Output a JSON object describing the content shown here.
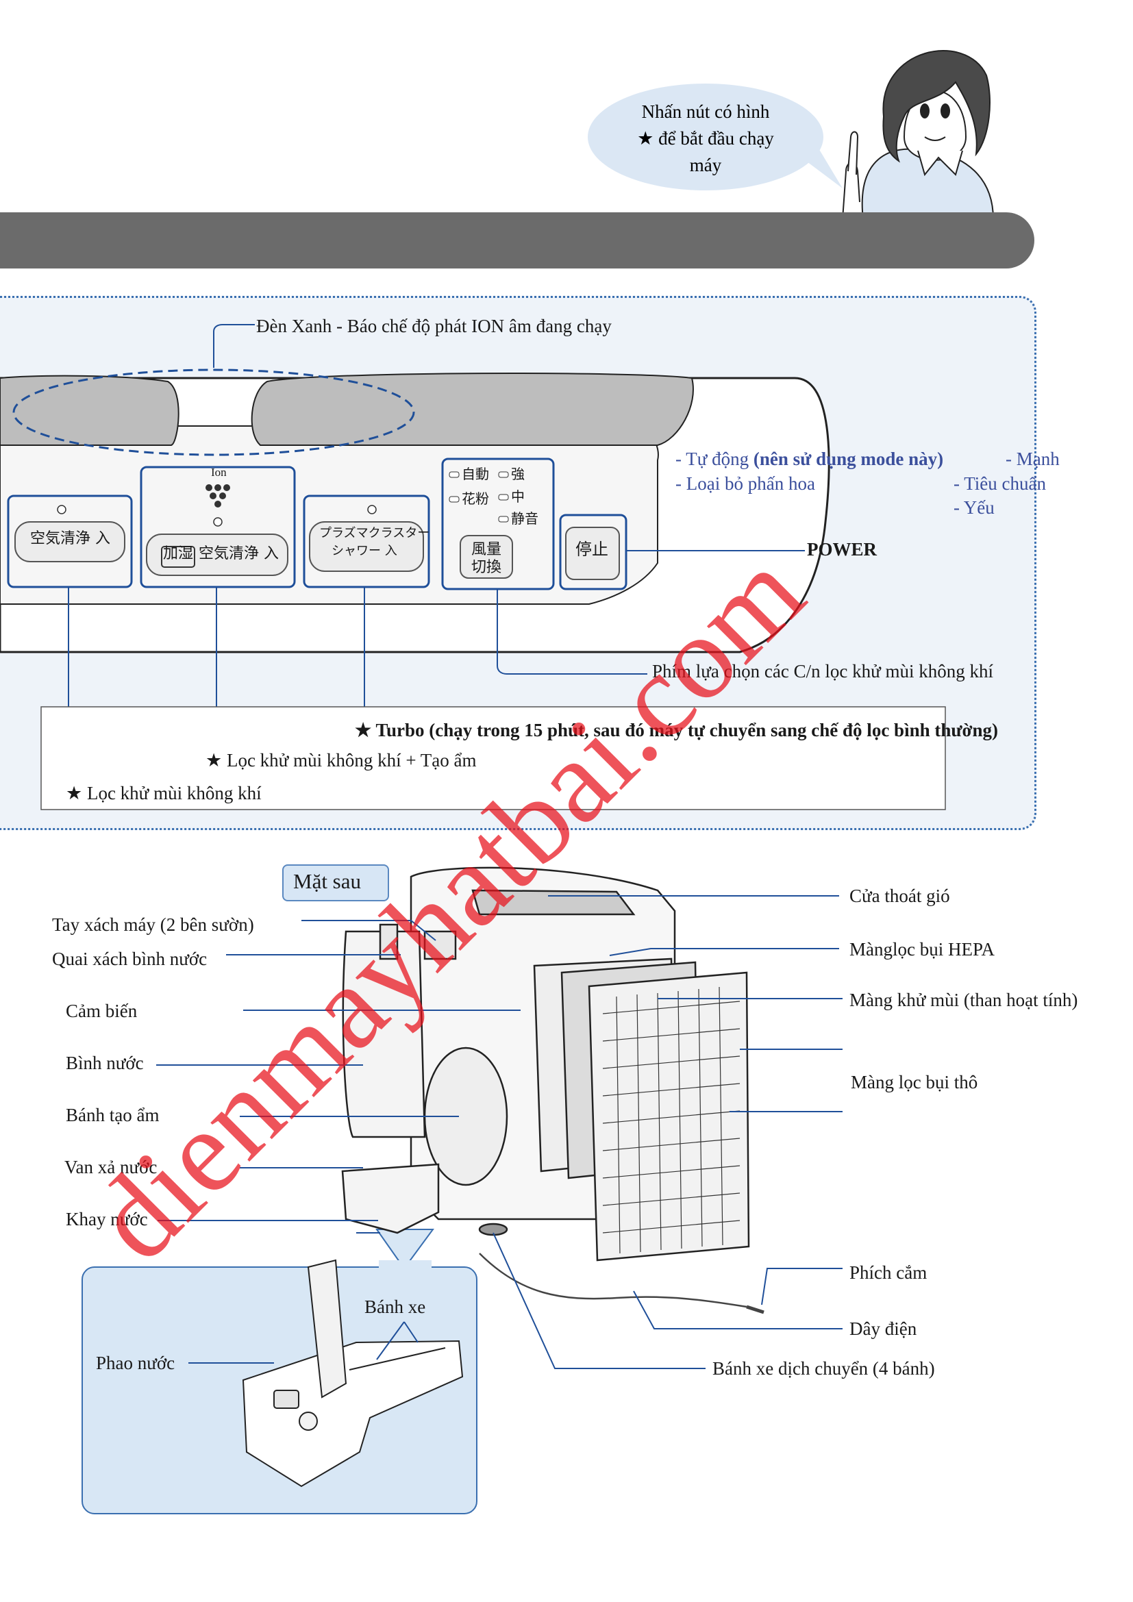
{
  "speech_bubble": {
    "line1": "Nhấn nút có hình",
    "line2": "★ để bắt đầu chạy",
    "line3": "máy"
  },
  "panel": {
    "ion_light_label": "Đèn Xanh - Báo chế độ phát ION âm đang chạy",
    "ion_symbol_text": "Ion",
    "button_air_clean": "空気清浄 入",
    "button_humid_prefix": "加湿",
    "button_humid_rest": "空気清浄 入",
    "button_plasma_line1": "プラズマクラスター",
    "button_plasma_line2": "シャワー 入",
    "mode_auto": "自動",
    "mode_pollen": "花粉",
    "fan_strong": "強",
    "fan_medium": "中",
    "fan_quiet": "静音",
    "fan_switch_line1": "風量",
    "fan_switch_line2": "切換",
    "stop_button": "停止",
    "modes_left": {
      "auto_prefix": "- Tự động ",
      "auto_note": "(nên sử dụng mode này)",
      "pollen": "- Loại bỏ phấn hoa"
    },
    "modes_right": {
      "strong": "- Mạnh",
      "standard": "- Tiêu chuẩn",
      "weak": "- Yếu"
    },
    "power_label": "POWER",
    "filter_mode_key": "Phím lựa chọn các C/n lọc khử mùi không khí",
    "turbo_label": "★ Turbo (chạy trong 15 phút, sau đó máy tự chuyển sang chế độ lọc bình thường)",
    "humid_label": "★ Lọc khử mùi không khí + Tạo ẩm",
    "air_label": "★ Lọc khử mùi không khí"
  },
  "rear": {
    "title": "Mặt sau",
    "left_labels": {
      "handle": "Tay xách máy (2 bên sườn)",
      "tank_handle": "Quai xách bình nước",
      "sensor": "Cảm biến",
      "tank": "Bình nước",
      "humid_wheel": "Bánh tạo ẩm",
      "drain_valve": "Van xả nước",
      "tray": "Khay nước"
    },
    "right_labels": {
      "outlet": "Cửa thoát gió",
      "hepa": "Mànglọc bụi HEPA",
      "deodor": "Màng khử mùi (than hoạt tính)",
      "coarse": "Màng lọc bụi thô",
      "plug": "Phích cắm",
      "cord": "Dây điện",
      "casters": "Bánh xe dịch chuyển (4 bánh)"
    },
    "inset": {
      "float": "Phao nước",
      "wheel": "Bánh xe"
    }
  },
  "watermark": "dienmayhatbai.com",
  "colors": {
    "header_bar": "#6b6b6b",
    "panel_bg": "#eef3f9",
    "panel_border": "#3a6fb0",
    "accent_blue": "#3b4f9c",
    "watermark_red": "#e8101a",
    "bubble": "#dbe7f4"
  }
}
